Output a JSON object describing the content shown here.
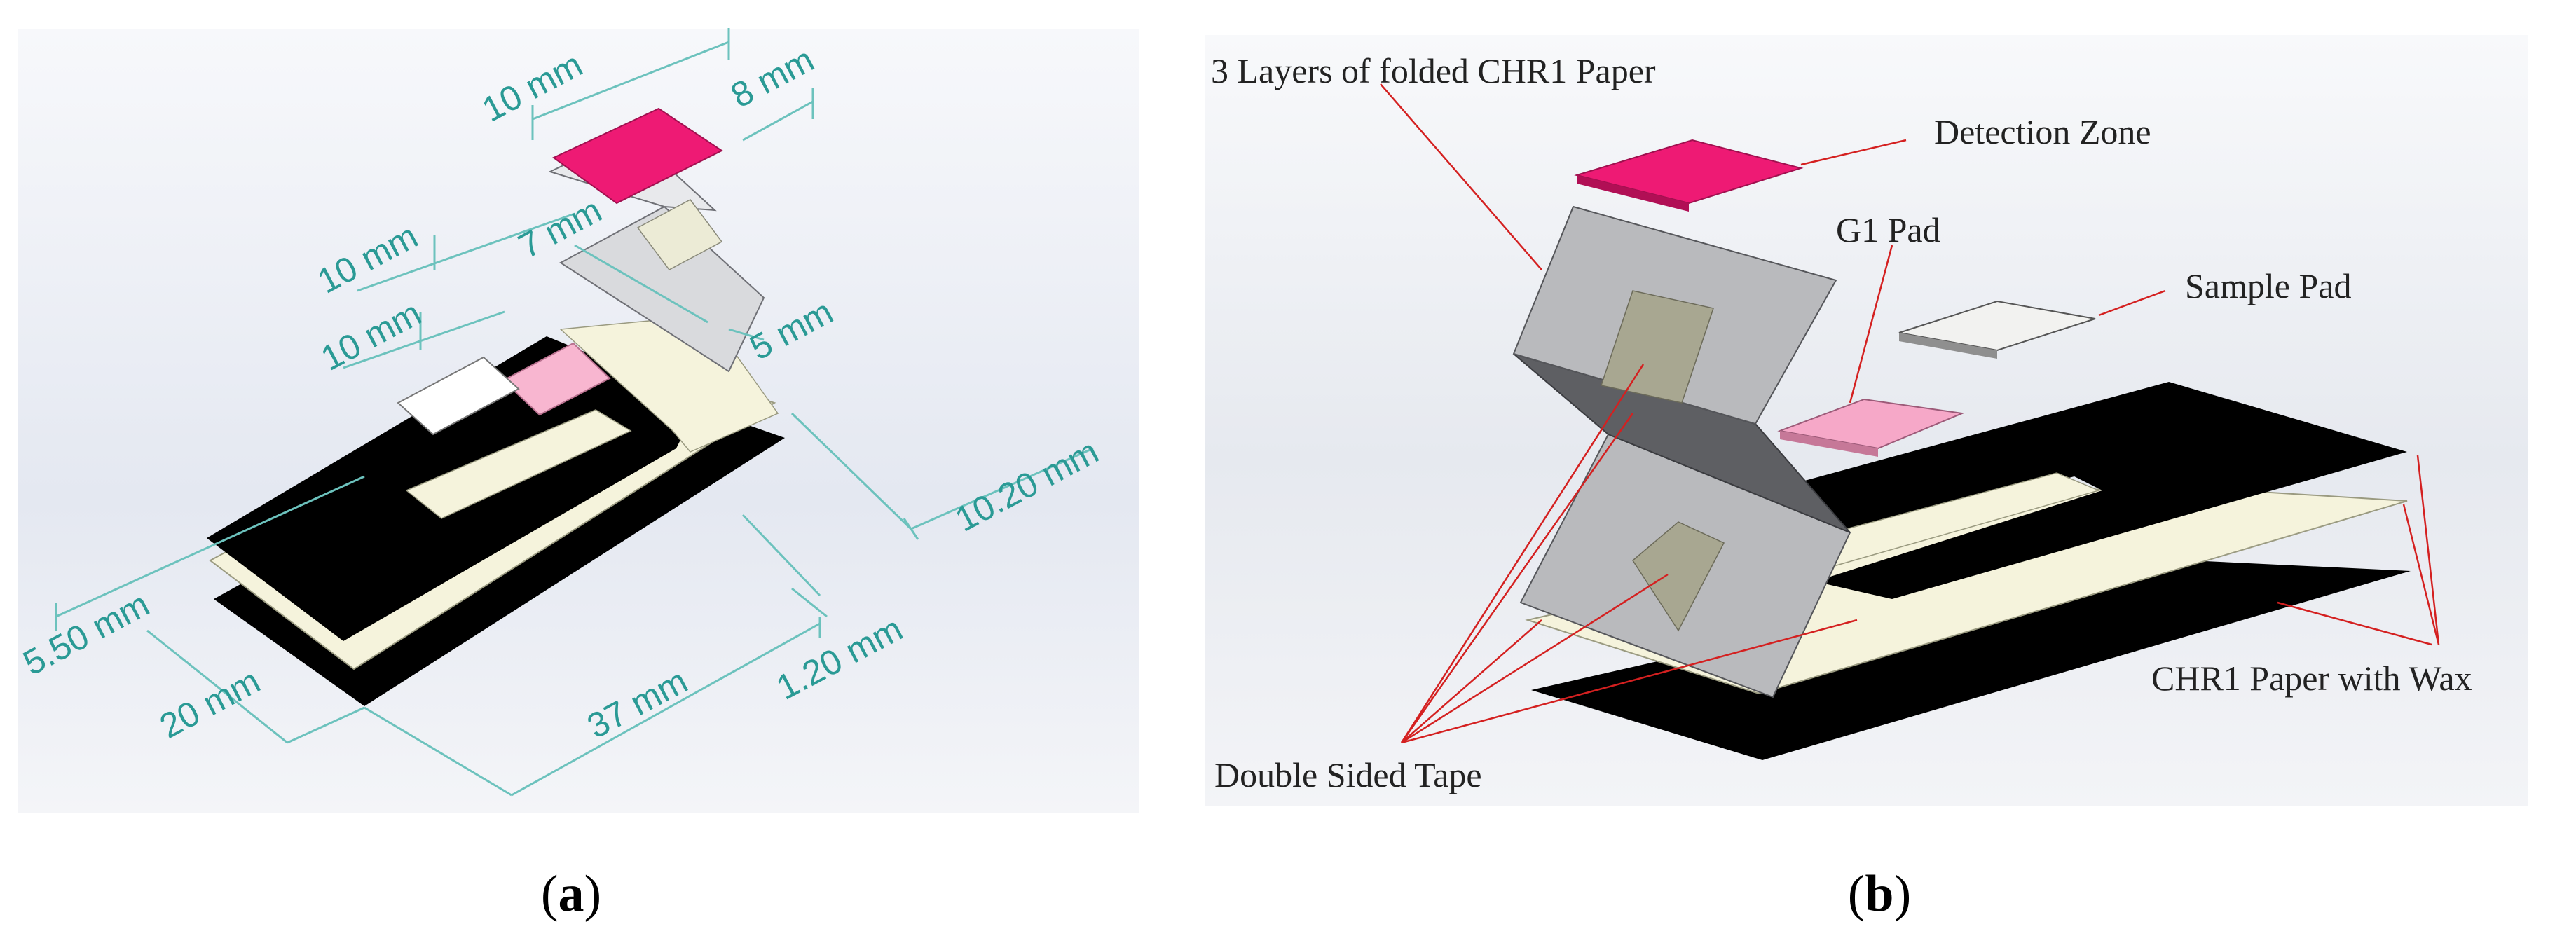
{
  "panel_a": {
    "dimensions": {
      "top_width": "10 mm",
      "top_depth": "8 mm",
      "fold_height": "7 mm",
      "fold_side": "5 mm",
      "pad_width": "10 mm",
      "sample_width": "10 mm",
      "strip_offset": "5.50 mm",
      "base_width": "20 mm",
      "base_length": "37 mm",
      "thickness": "1.20 mm",
      "channel_width": "10.20 mm"
    },
    "caption": {
      "open": "(",
      "letter": "a",
      "close": ")"
    }
  },
  "panel_b": {
    "labels": {
      "folded": "3 Layers of folded CHR1 Paper",
      "detection": "Detection Zone",
      "g1": "G1 Pad",
      "sample": "Sample Pad",
      "wax": "CHR1 Paper with Wax",
      "tape": "Double Sided Tape"
    },
    "caption": {
      "open": "(",
      "letter": "b",
      "close": ")"
    }
  },
  "colors": {
    "detection_zone": "#ee1a74",
    "g1_pad": "#f6a8c8",
    "wax_paper": "#000000",
    "paper_cream": "#f5f3dc",
    "dimension_text": "#2a9a95",
    "leader_line": "#d42020"
  }
}
